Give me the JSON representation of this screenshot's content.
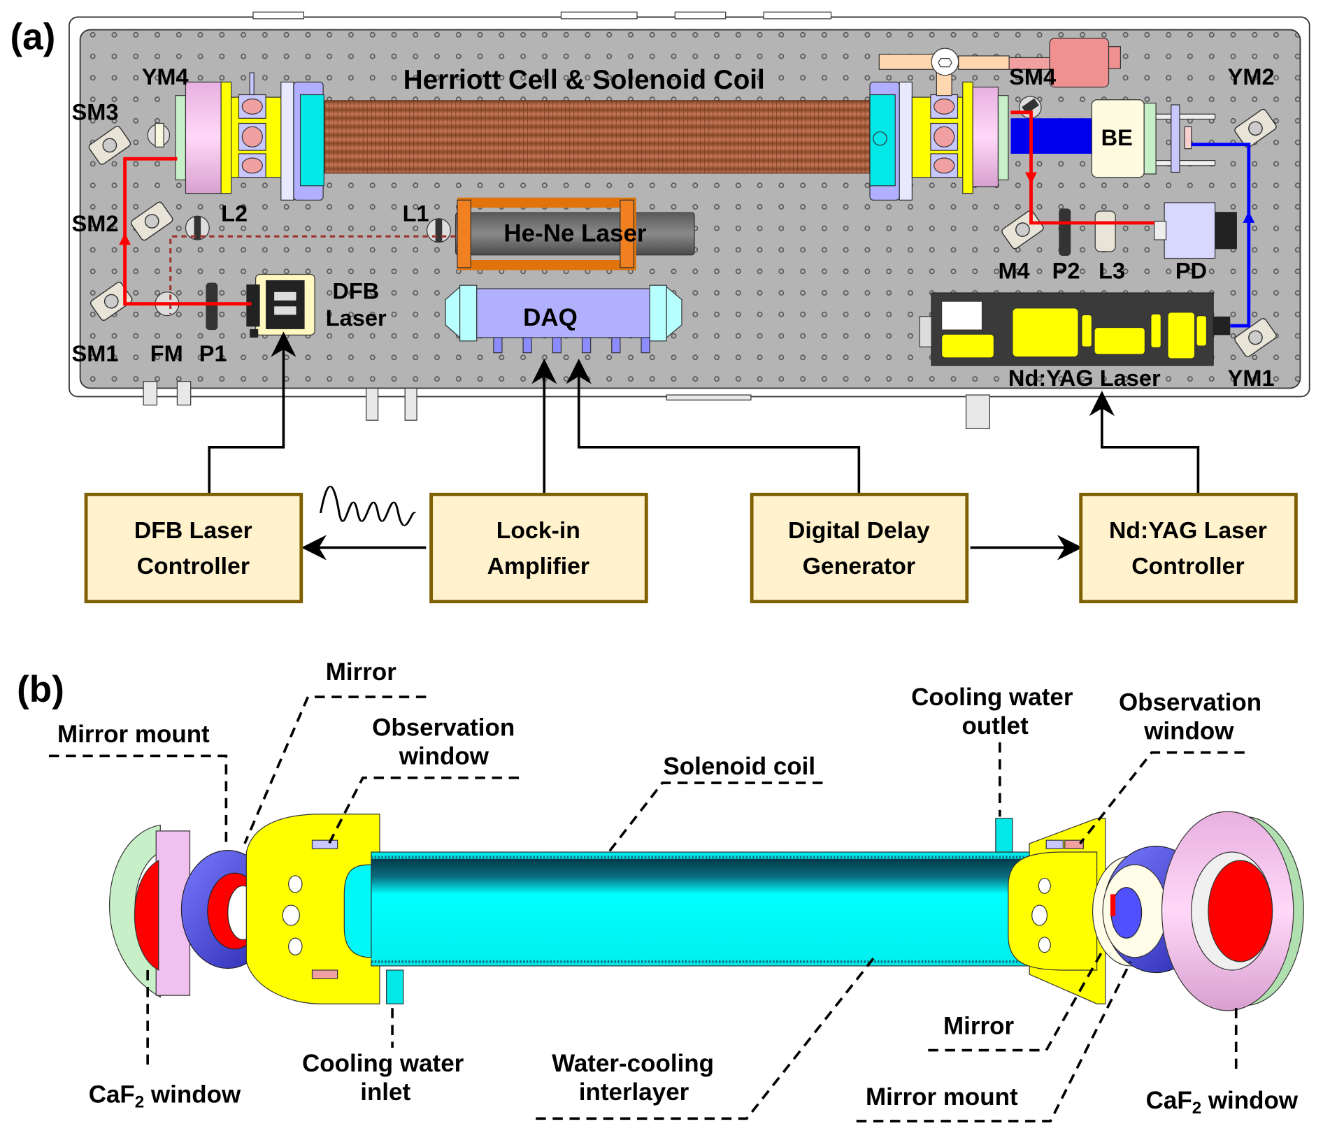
{
  "figure": {
    "panel_a": {
      "letter": "(a)",
      "title": "Herriott Cell & Solenoid Coil",
      "component_labels": {
        "ym4": "YM4",
        "sm3": "SM3",
        "sm2": "SM2",
        "sm1": "SM1",
        "fm": "FM",
        "p1": "P1",
        "l2": "L2",
        "l1": "L1",
        "dfb_line1": "DFB",
        "dfb_line2": "Laser",
        "hene": "He-Ne Laser",
        "daq": "DAQ",
        "sm4": "SM4",
        "ym2": "YM2",
        "be": "BE",
        "m4": "M4",
        "p2": "P2",
        "l3": "L3",
        "pd": "PD",
        "ndyag": "Nd:YAG Laser",
        "ym1": "YM1"
      },
      "beam_colors": {
        "dfb_beam": "#ff0000",
        "hene_beam": "#a0302a",
        "ndyag_beam": "#0000ff"
      },
      "controllers": [
        {
          "id": "dfb-controller",
          "line1": "DFB Laser",
          "line2": "Controller"
        },
        {
          "id": "lockin-amplifier",
          "line1": "Lock-in",
          "line2": "Amplifier"
        },
        {
          "id": "digital-delay-generator",
          "line1": "Digital Delay",
          "line2": "Generator"
        },
        {
          "id": "ndyag-controller",
          "line1": "Nd:YAG Laser",
          "line2": "Controller"
        }
      ],
      "box_fill": "#fff2cc",
      "box_border": "#7f6000"
    },
    "panel_b": {
      "letter": "(b)",
      "labels": {
        "mirror_left": "Mirror",
        "mirror_mount_left": "Mirror mount",
        "observation_window_left_1": "Observation",
        "observation_window_left_2": "window",
        "solenoid_coil": "Solenoid coil",
        "cooling_outlet_1": "Cooling water",
        "cooling_outlet_2": "outlet",
        "observation_window_right_1": "Observation",
        "observation_window_right_2": "window",
        "caf2_left_main": "CaF",
        "caf2_left_sub": "2",
        "caf2_left_tail": " window",
        "cooling_inlet_1": "Cooling water",
        "cooling_inlet_2": "inlet",
        "interlayer_1": "Water-cooling",
        "interlayer_2": "interlayer",
        "mirror_right": "Mirror",
        "mirror_mount_right": "Mirror mount",
        "caf2_right_main": "CaF",
        "caf2_right_sub": "2",
        "caf2_right_tail": " window"
      }
    }
  }
}
